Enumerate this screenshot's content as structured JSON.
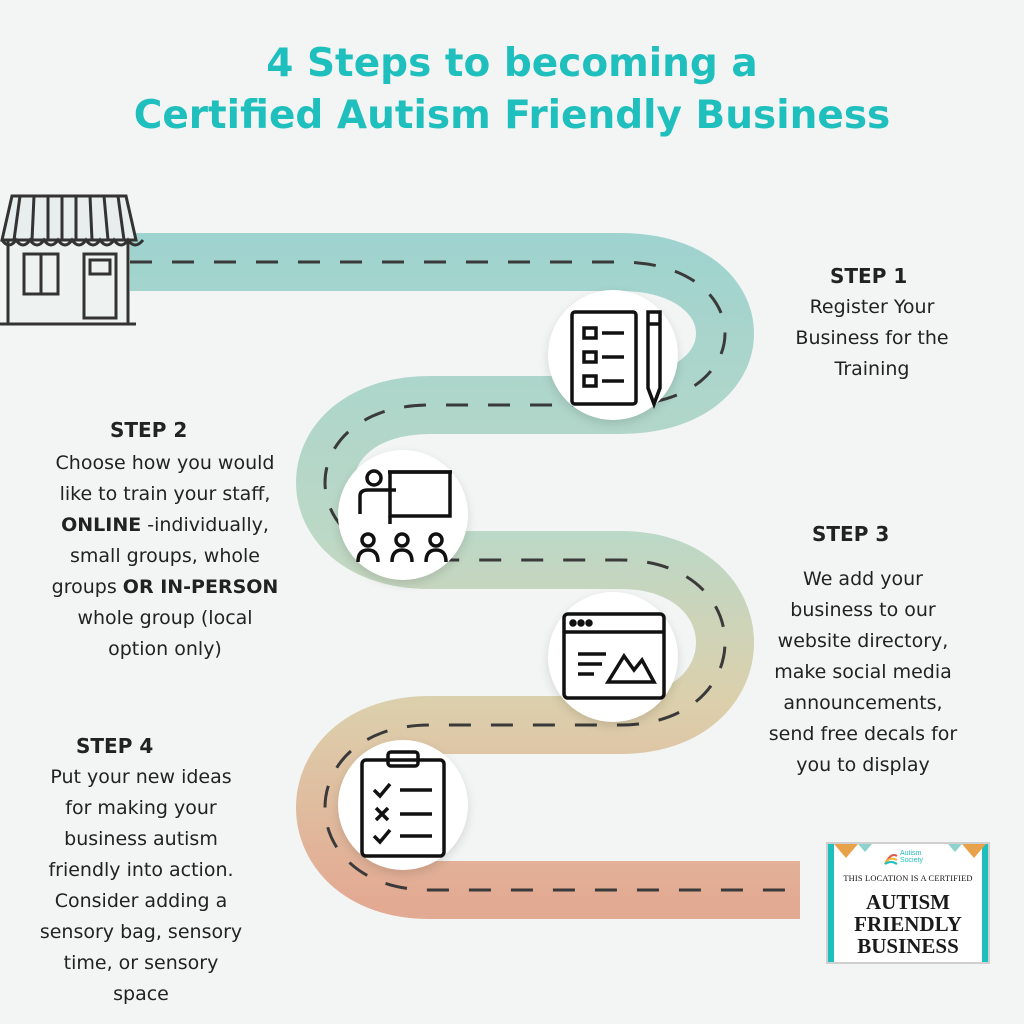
{
  "title": {
    "line1": "4 Steps to becoming a",
    "line2": "Certified Autism Friendly Business"
  },
  "steps": [
    {
      "heading": "STEP 1",
      "lines": [
        "Register Your",
        "Business for the",
        "Training"
      ],
      "icon": "checklist-form-pencil-icon"
    },
    {
      "heading": "STEP 2",
      "lines": [
        "Choose how you would",
        "like to train your staff,",
        "ONLINE -individually,",
        "small groups, whole",
        "groups OR IN-PERSON",
        "whole group (local",
        "option only)"
      ],
      "bold": [
        "ONLINE",
        "OR IN-PERSON"
      ],
      "icon": "classroom-teacher-icon"
    },
    {
      "heading": "STEP 3",
      "lines": [
        "We add your",
        "business to our",
        "website directory,",
        "make social media",
        "announcements,",
        "send free decals for",
        "you to display"
      ],
      "icon": "website-window-icon"
    },
    {
      "heading": "STEP 4",
      "lines": [
        "Put your new ideas",
        "for making your",
        "business autism",
        "friendly into action.",
        "Consider adding a",
        "sensory bag, sensory",
        "time, or sensory",
        "space"
      ],
      "icon": "clipboard-checklist-icon"
    }
  ],
  "decal": {
    "org": [
      "Autism",
      "Society"
    ],
    "line1": "THIS LOCATION IS A CERTIFIED",
    "line2": "AUTISM",
    "line3": "FRIENDLY",
    "line4": "BUSINESS"
  },
  "colors": {
    "title": "#1fbfbd",
    "road_start": "#9fd3cf",
    "road_mid": "#d9d2ad",
    "road_end": "#e3aa93"
  }
}
